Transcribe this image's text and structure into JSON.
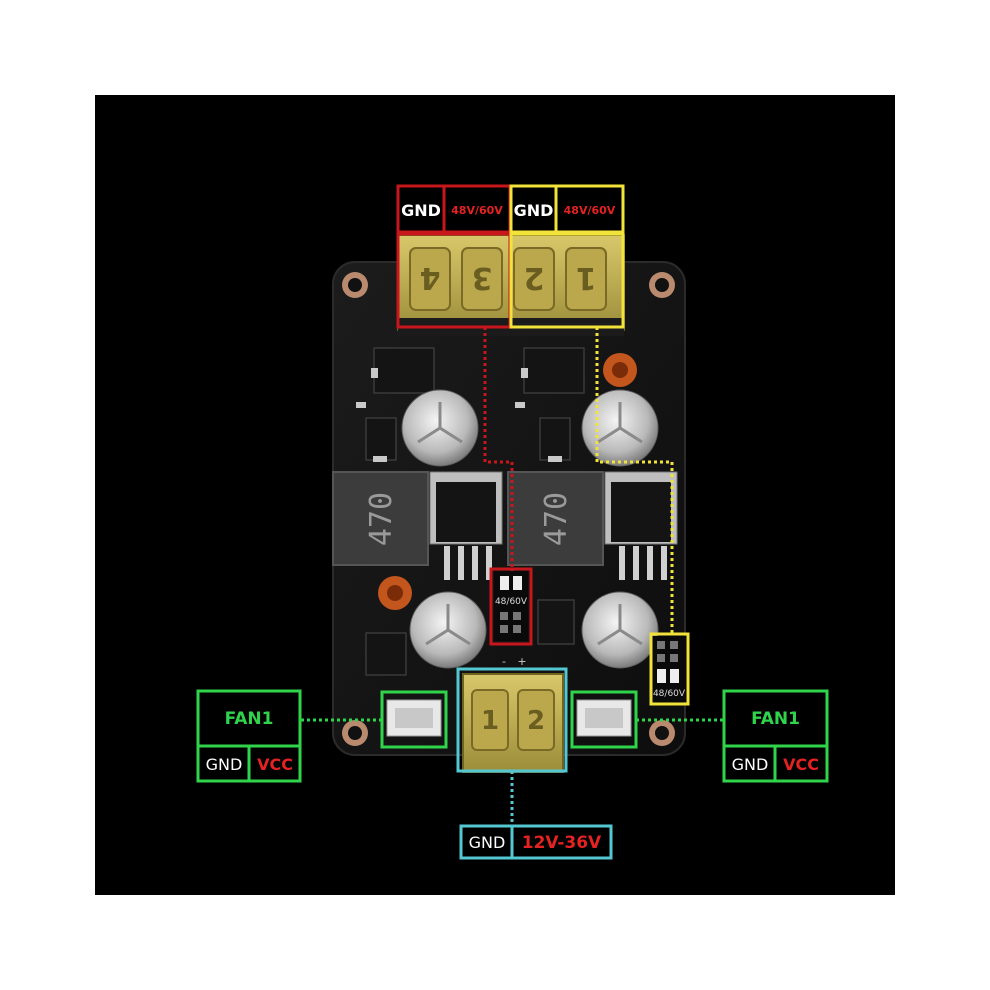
{
  "top_terminal": {
    "labels": [
      {
        "text": "GND",
        "role": "ground"
      },
      {
        "text": "48V/60V",
        "role": "output"
      },
      {
        "text": "GND",
        "role": "ground"
      },
      {
        "text": "48V/60V",
        "role": "output"
      }
    ],
    "pin_numbers": [
      "4",
      "3",
      "2",
      "1"
    ]
  },
  "inductors": [
    "470",
    "470"
  ],
  "jumpers": [
    "48/60V",
    "48/60V"
  ],
  "input_terminal": {
    "pin_numbers": [
      "1",
      "2"
    ],
    "gnd_label": "GND",
    "voltage_label": "12V-36V",
    "polarity": [
      "-",
      "+"
    ]
  },
  "fan_left": {
    "title": "FAN1",
    "gnd": "GND",
    "vcc": "VCC"
  },
  "fan_right": {
    "title": "FAN1",
    "gnd": "GND",
    "vcc": "VCC"
  },
  "colors": {
    "red_box": "#c8161d",
    "yellow_box": "#f2e33a",
    "green_box": "#2fd44a",
    "cyan_box": "#54c8d2",
    "voltage_text": "#e52222"
  }
}
